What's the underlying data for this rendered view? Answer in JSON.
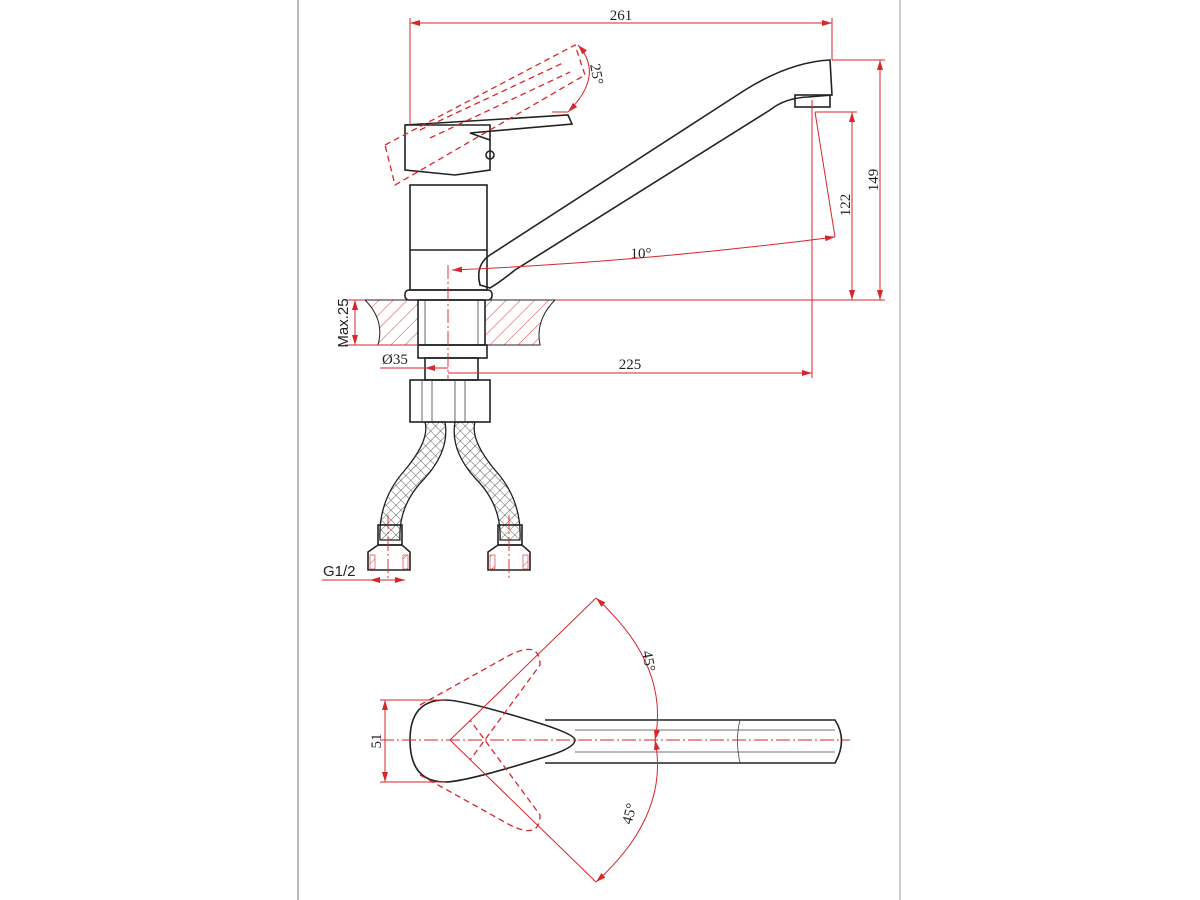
{
  "drawing": {
    "title": "Single-lever kitchen faucet dimensional drawing",
    "dimensions": {
      "overall_length": "261",
      "overall_height": "149",
      "outlet_height": "122",
      "reach": "225",
      "handle_tilt_angle": "25°",
      "spout_swivel_angle": "10°",
      "max_counter_thickness": "Max.25",
      "shank_diameter": "Ø35",
      "connection_thread": "G1/2",
      "handle_width": "51",
      "handle_rotation_left": "45°",
      "handle_rotation_right": "45°"
    },
    "colors": {
      "outline": "#222222",
      "dimension": "#d8262b"
    }
  }
}
